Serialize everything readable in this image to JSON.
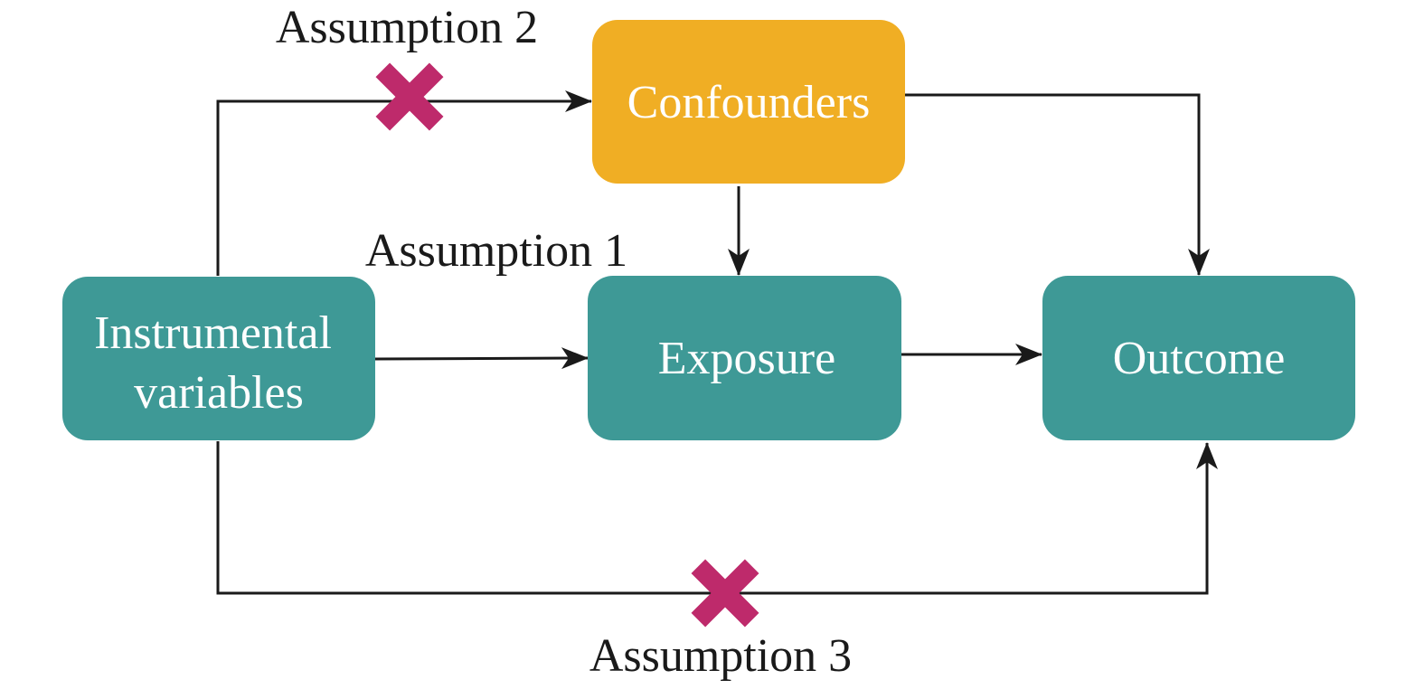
{
  "colors": {
    "node_teal": "#3e9996",
    "node_confounder": "#f0ae24",
    "violation_mark": "#be2a6b",
    "edge": "#1a1a1a"
  },
  "nodes": {
    "confounders": {
      "label": "Confounders"
    },
    "instrumental": {
      "label_line1": "Instrumental",
      "label_line2": "variables"
    },
    "exposure": {
      "label": "Exposure"
    },
    "outcome": {
      "label": "Outcome"
    }
  },
  "assumptions": {
    "assumption_1": "Assumption 1",
    "assumption_2": "Assumption 2",
    "assumption_3": "Assumption 3"
  },
  "icons": {
    "violation": "cross-icon"
  }
}
